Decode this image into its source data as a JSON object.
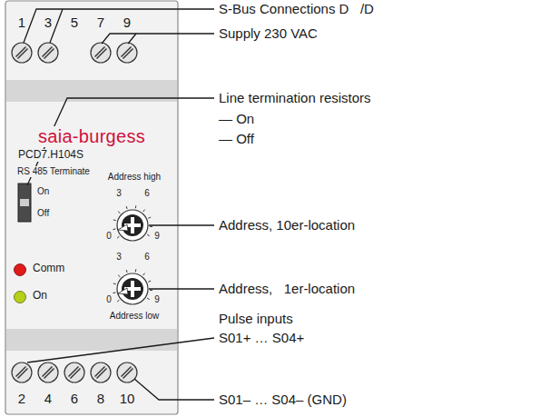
{
  "diagram": {
    "nodes": [
      {
        "text": [
          "1",
          "3",
          "5",
          "7",
          "9",
          "saia-burgess",
          "PCD7.H104S",
          "RS 485 Terminate",
          "On",
          "Off",
          "Address high",
          "3",
          "6",
          "0",
          "9",
          "Comm",
          "On",
          "3",
          "6",
          "0",
          "9",
          "Address low",
          "2",
          "4",
          "6",
          "8",
          "10"
        ]
      }
    ],
    "labels": [
      "S-Bus Connections D   /D",
      "Supply 230 VAC",
      "Line termination resistors",
      "— On",
      "— Off",
      "Address, 10er-location",
      "Address,   1er-location",
      "Pulse inputs",
      "S01+ … S04+",
      "S01– … S04– (GND)"
    ]
  }
}
